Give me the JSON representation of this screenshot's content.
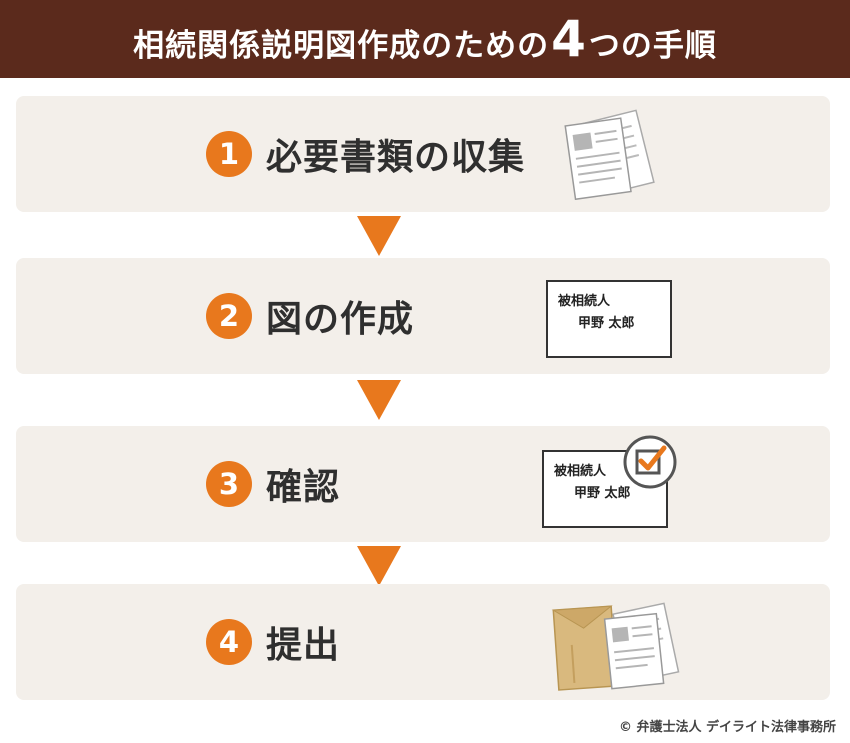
{
  "header": {
    "title_before": "相続関係説明図作成のための",
    "title_number": "4",
    "title_after": "つの手順"
  },
  "steps": [
    {
      "number": "1",
      "label": "必要書類の収集",
      "icon": "documents-icon"
    },
    {
      "number": "2",
      "label": "図の作成",
      "icon": "diagram-card-icon"
    },
    {
      "number": "3",
      "label": "確認",
      "icon": "checked-card-icon"
    },
    {
      "number": "4",
      "label": "提出",
      "icon": "envelope-documents-icon"
    }
  ],
  "card": {
    "line1": "被相続人",
    "line2": "甲野 太郎"
  },
  "colors": {
    "header_bg": "#5b2a1c",
    "accent": "#e8781d",
    "panel_bg": "#f3efea"
  },
  "footer": {
    "copyright": "© 弁護士法人 デイライト法律事務所"
  }
}
